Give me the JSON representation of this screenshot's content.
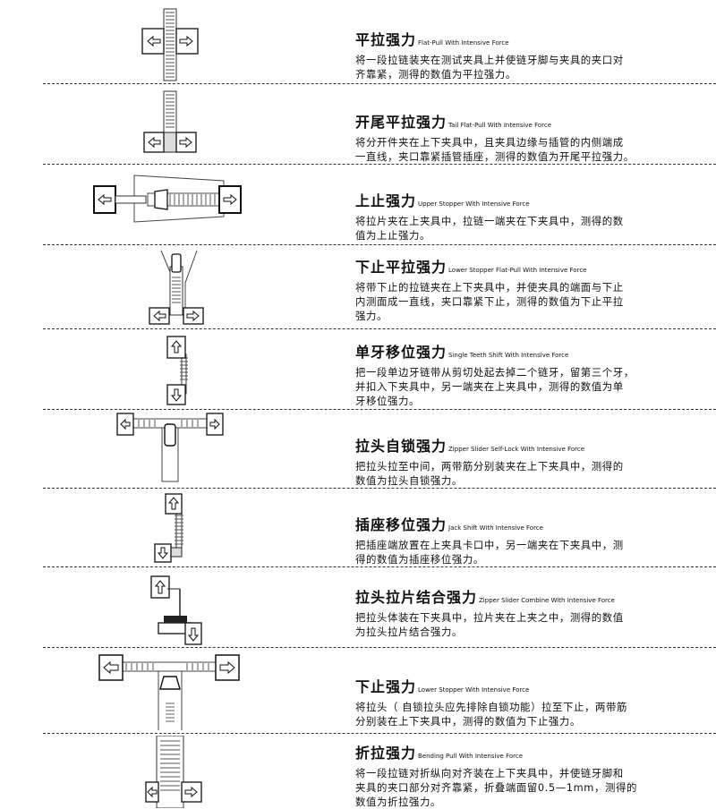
{
  "tests": [
    {
      "title_cn": "平拉强力",
      "title_en": "Flat-Pull With Intensive Force",
      "desc": [
        "将一段拉链装夹在测试夹具上并使链牙脚与夹具的夹口对",
        "齐靠紧，测得的数值为平拉强力。"
      ]
    },
    {
      "title_cn": "开尾平拉强力",
      "title_en": "Tail Flat-Pull With Intensive Force",
      "desc": [
        "将分开件夹在上下夹具中，且夹具边缘与插管的内侧端成",
        "一直线，夹口靠紧插管插座，测得的数值为开尾平拉强力。"
      ]
    },
    {
      "title_cn": "上止强力",
      "title_en": "Upper Stopper With Intensive Force",
      "desc": [
        "将拉片夹在上夹具中，拉链一端夹在下夹具中，测得的数",
        "值为上止强力。"
      ]
    },
    {
      "title_cn": "下止平拉强力",
      "title_en": "Lower Stopper Flat-Pull With Intensive Force",
      "desc": [
        "将带下止的拉链夹在上下夹具中，并使夹具的端面与下止",
        "内测面成一直线，夹口靠紧下止，测得的数值为下止平拉",
        "强力。"
      ]
    },
    {
      "title_cn": "单牙移位强力",
      "title_en": "Single Teeth Shift With Intensive Force",
      "desc": [
        "把一段单边牙链带从剪切处起去掉二个链牙，留第三个牙，",
        "并扣入下夹具中，另一端夹在上夹具中，测得的数值为单",
        "牙移位强力。"
      ]
    },
    {
      "title_cn": "拉头自锁强力",
      "title_en": "Zipper Slider Self-Lock With Intensive Force",
      "desc": [
        "把拉头拉至中间，两带筋分别装夹在上下夹具中，测得的",
        "数值为拉头自锁强力。"
      ]
    },
    {
      "title_cn": "插座移位强力",
      "title_en": "Jack Shift With Intensive Force",
      "desc": [
        "把插座端放置在上夹具卡口中，另一端夹在下夹具中，测",
        "得的数值为插座移位强力。"
      ]
    },
    {
      "title_cn": "拉头拉片结合强力",
      "title_en": "Zipper Slider Combine With Intensive Force",
      "desc": [
        "把拉头体装在下夹具中，拉片夹在上夹之中，测得的数值",
        "为拉头拉片结合强力。"
      ]
    },
    {
      "title_cn": "下止强力",
      "title_en": "Lower Stopper With Intensive Force",
      "desc": [
        "将拉头（ 自锁拉头应先排除自锁功能）拉至下止，两带筋",
        "分别装在上下夹具中，测得的数值为下止强力。"
      ]
    },
    {
      "title_cn": "折拉强力",
      "title_en": "Bending Pull With Intensive Force",
      "desc": [
        "将一段拉链对折纵向对齐装在上下夹具中，并使链牙脚和",
        "夹具的夹口部分对齐靠紧，折叠端面留0.5—1mm，测得的",
        "数值为折拉强力。"
      ]
    }
  ]
}
